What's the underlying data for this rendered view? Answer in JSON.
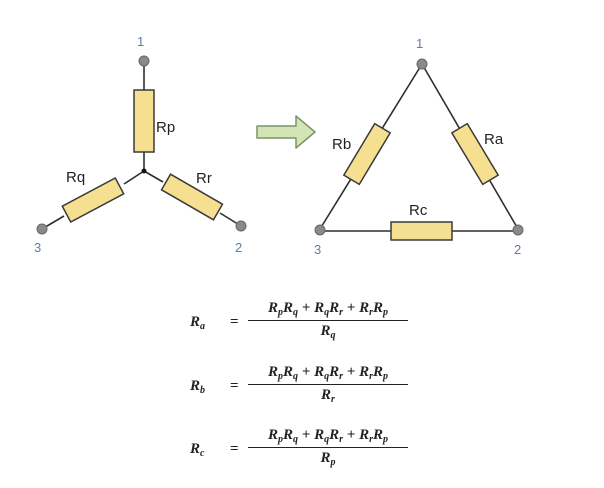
{
  "star": {
    "node_labels": [
      "1",
      "2",
      "3"
    ],
    "resistor_labels": {
      "p": "Rp",
      "q": "Rq",
      "r": "Rr"
    }
  },
  "delta": {
    "node_labels": [
      "1",
      "2",
      "3"
    ],
    "resistor_labels": {
      "a": "Ra",
      "b": "Rb",
      "c": "Rc"
    }
  },
  "colors": {
    "resistor_fill": "#f5df90",
    "resistor_stroke": "#3a3a3a",
    "wire": "#2e2e2e",
    "node_fill": "#8a8a8a",
    "arrow_fill": "#d4e5b5",
    "arrow_stroke": "#7b9467",
    "node_label": "#5b7fa6"
  },
  "equations": [
    {
      "lhs": {
        "base": "R",
        "sub": "a"
      },
      "numerator": [
        [
          {
            "b": "R",
            "s": "p"
          },
          {
            "b": "R",
            "s": "q"
          }
        ],
        [
          {
            "b": "R",
            "s": "q"
          },
          {
            "b": "R",
            "s": "r"
          }
        ],
        [
          {
            "b": "R",
            "s": "r"
          },
          {
            "b": "R",
            "s": "p"
          }
        ]
      ],
      "denominator": {
        "base": "R",
        "sub": "q"
      }
    },
    {
      "lhs": {
        "base": "R",
        "sub": "b"
      },
      "numerator": [
        [
          {
            "b": "R",
            "s": "p"
          },
          {
            "b": "R",
            "s": "q"
          }
        ],
        [
          {
            "b": "R",
            "s": "q"
          },
          {
            "b": "R",
            "s": "r"
          }
        ],
        [
          {
            "b": "R",
            "s": "r"
          },
          {
            "b": "R",
            "s": "p"
          }
        ]
      ],
      "denominator": {
        "base": "R",
        "sub": "r"
      }
    },
    {
      "lhs": {
        "base": "R",
        "sub": "c"
      },
      "numerator": [
        [
          {
            "b": "R",
            "s": "p"
          },
          {
            "b": "R",
            "s": "q"
          }
        ],
        [
          {
            "b": "R",
            "s": "q"
          },
          {
            "b": "R",
            "s": "r"
          }
        ],
        [
          {
            "b": "R",
            "s": "r"
          },
          {
            "b": "R",
            "s": "p"
          }
        ]
      ],
      "denominator": {
        "base": "R",
        "sub": "p"
      }
    }
  ],
  "symbols": {
    "equals": "=",
    "plus": "+"
  }
}
